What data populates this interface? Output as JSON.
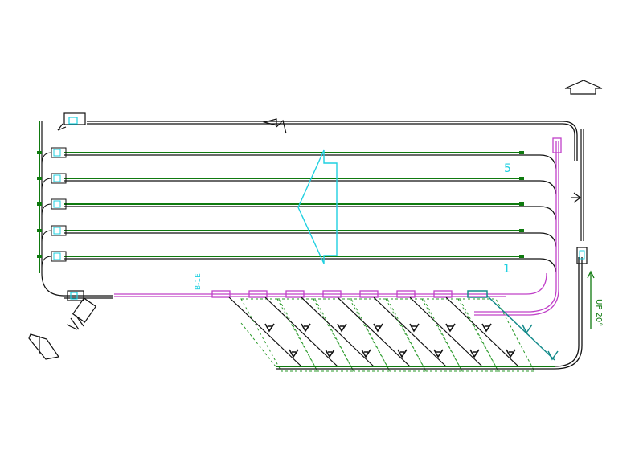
{
  "labels": {
    "row_top": "5",
    "row_bottom": "1",
    "side_note": "UP 20°",
    "tag": "B-1E"
  },
  "colors": {
    "black": "#111111",
    "green": "#0f7a0f",
    "cyan": "#1fd0e0",
    "magenta": "#c040c8",
    "teal": "#138a8a",
    "dash_green": "#2a9a2a"
  },
  "icons": [
    "north-arrow-icon",
    "direction-arrow-icon",
    "flow-arrow-icon",
    "ladder-icon",
    "spray-nozzle-icon"
  ]
}
